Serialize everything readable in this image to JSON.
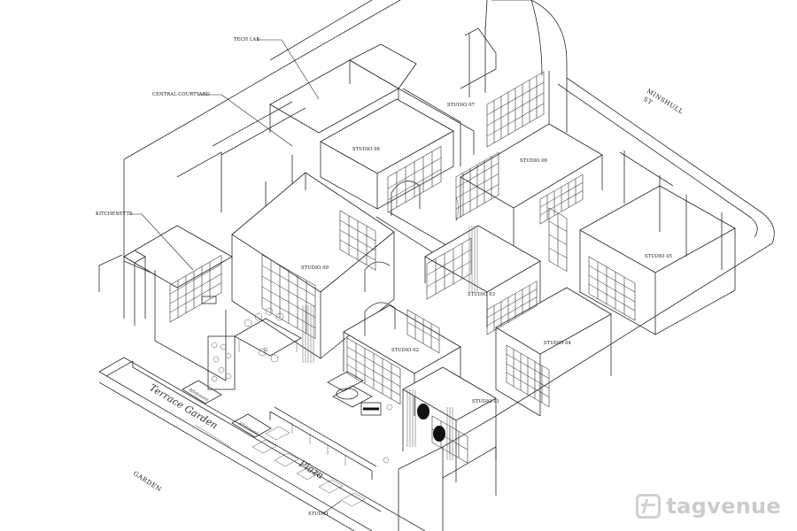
{
  "labels": {
    "tech_lab": "TECH LAB",
    "central_courtyard": "CENTRAL COURTYARD",
    "kitchenette": "KITCHENETTE",
    "studio_01": "STUDIO 01",
    "studio_02": "STUDIO 02",
    "studio_03": "STUDIO 03",
    "studio_04": "STUDIO 04",
    "studio_05": "STUDIO 05",
    "studio_06": "STUDIO 06",
    "studio_07": "STUDIO 07",
    "studio_08": "STUDIO 08",
    "studio_09": "STUDIO 09",
    "studio_partial": "STUDIO"
  },
  "streets": {
    "minshull": "MINSHULL",
    "st": "ST",
    "garden": "GARDEN"
  },
  "ground_text": {
    "terrace_garden": "Terrace Garden",
    "plaza": "Plaza",
    "allotment_1": "Allotment",
    "allotment_2": "Allotment"
  },
  "watermark": {
    "text": "tagvenue",
    "icon": "tagvenue-logo-icon"
  }
}
